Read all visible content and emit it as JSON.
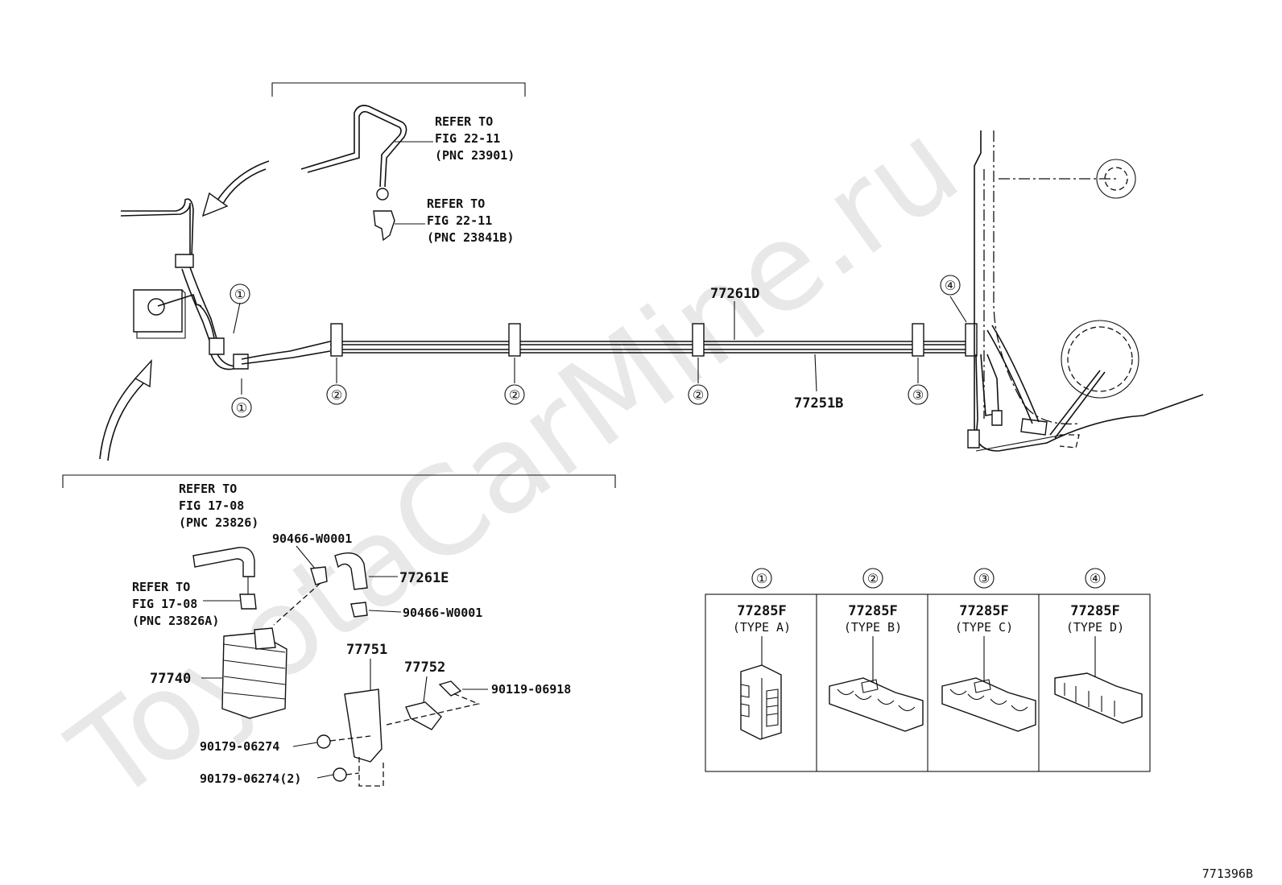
{
  "watermark": "ToyotaCarMine.ru",
  "figure_id": "771396B",
  "callouts": {
    "refer_a": [
      "REFER TO",
      "FIG 22-11",
      "(PNC 23901)"
    ],
    "refer_b": [
      "REFER TO",
      "FIG 22-11",
      "(PNC 23841B)"
    ],
    "refer_c": [
      "REFER TO",
      "FIG 17-08",
      "(PNC 23826)"
    ],
    "refer_d": [
      "REFER TO",
      "FIG 17-08",
      "(PNC 23826A)"
    ]
  },
  "parts": {
    "p77261D": "77261D",
    "p77251B": "77251B",
    "p90466_top": "90466-W0001",
    "p77261E": "77261E",
    "p90466_bottom": "90466-W0001",
    "p77751": "77751",
    "p77752": "77752",
    "p77740": "77740",
    "p90119": "90119-06918",
    "p90179_a": "90179-06274",
    "p90179_b": "90179-06274(2)"
  },
  "clamp_markers": {
    "c1": "①",
    "c2": "②",
    "c3": "③",
    "c4": "④"
  },
  "legend": {
    "columns": [
      {
        "marker": "①",
        "part": "77285F",
        "type": "(TYPE A)"
      },
      {
        "marker": "②",
        "part": "77285F",
        "type": "(TYPE B)"
      },
      {
        "marker": "③",
        "part": "77285F",
        "type": "(TYPE C)"
      },
      {
        "marker": "④",
        "part": "77285F",
        "type": "(TYPE D)"
      }
    ]
  }
}
